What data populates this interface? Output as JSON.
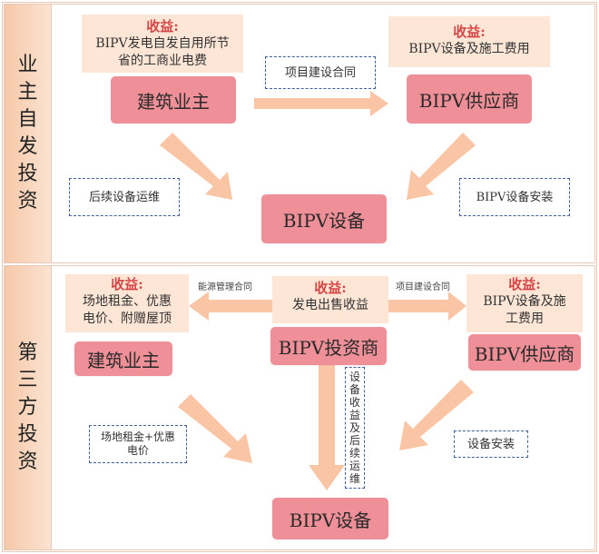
{
  "colors": {
    "node_fill": "#ef8f97",
    "note_fill": "#fde6d6",
    "benefit_title": "#d64545",
    "arrow_fill": "#f9c5a5",
    "dashed_border": "#3f5f97",
    "side_fill": "#f6c8a8"
  },
  "section1": {
    "label": "业主自发投资",
    "owner_benefit": {
      "title": "收益:",
      "text": "BIPV发电自发自用所节\n省的工商业电费"
    },
    "supplier_benefit": {
      "title": "收益:",
      "text": "BIPV设备及施工费用"
    },
    "owner": "建筑业主",
    "supplier": "BIPV供应商",
    "device": "BIPV设备",
    "contract": "项目建设合同",
    "maintenance": "后续设备运维",
    "installation": "BIPV设备安装"
  },
  "section2": {
    "label": "第三方投资",
    "owner_benefit": {
      "title": "收益:",
      "text": "场地租金、优惠\n电价、附赠屋顶"
    },
    "investor_benefit": {
      "title": "收益:",
      "text": "发电出售收益"
    },
    "supplier_benefit": {
      "title": "收益:",
      "text": "BIPV设备及施\n工费用"
    },
    "energy_contract": "能源管理合同",
    "construction_contract": "项目建设合同",
    "owner": "建筑业主",
    "investor": "BIPV投资商",
    "supplier": "BIPV供应商",
    "device": "BIPV设备",
    "rent_note": "场地租金+优惠\n电价",
    "equipment_revenue": "设备收益及后续运维",
    "installation": "设备安装"
  }
}
